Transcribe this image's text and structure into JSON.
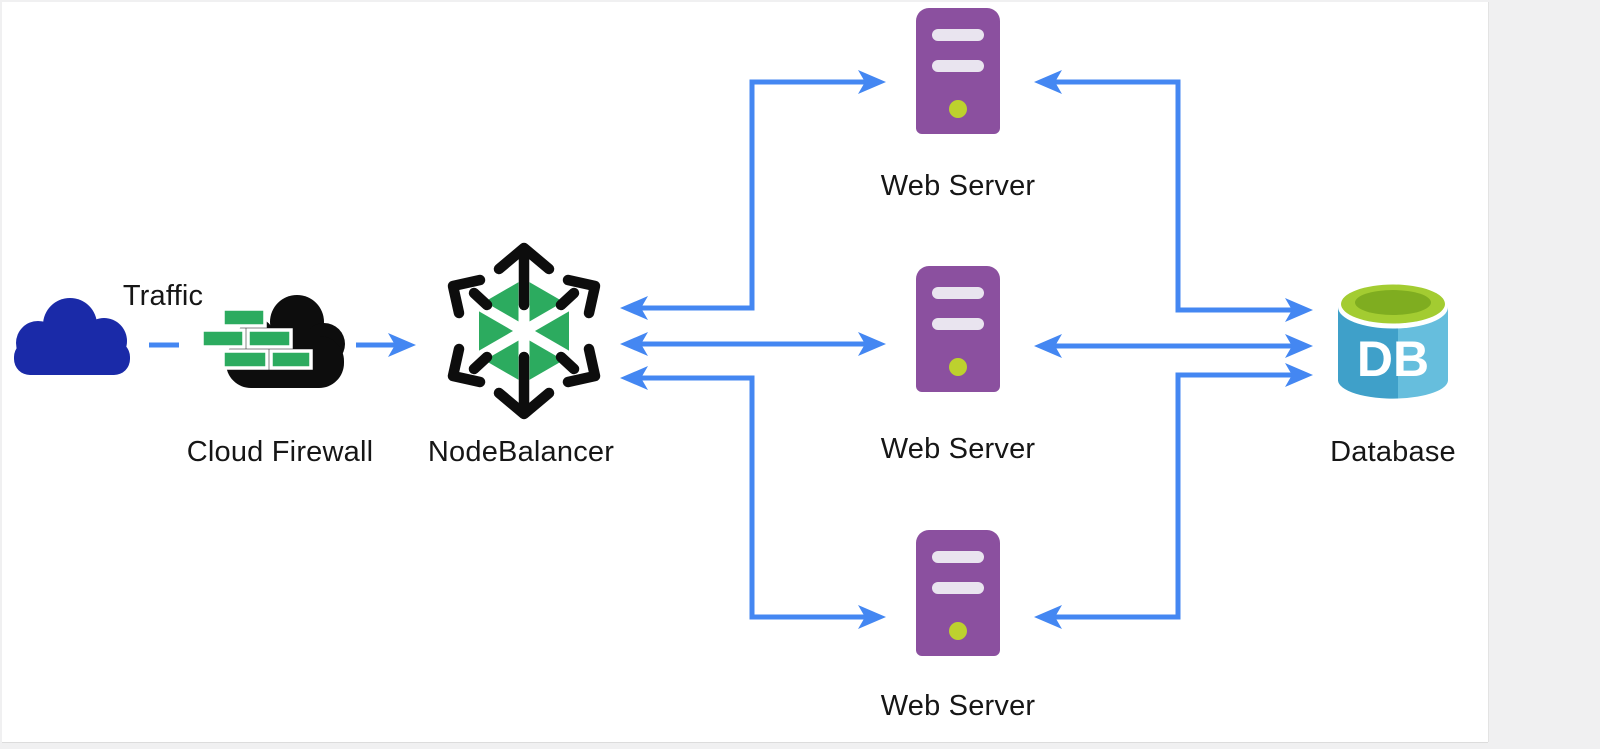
{
  "diagram": {
    "nodes": [
      {
        "id": "traffic",
        "label": "Traffic",
        "icon": "cloud-icon"
      },
      {
        "id": "cloud-firewall",
        "label": "Cloud Firewall",
        "icon": "firewall-brick-cloud-icon"
      },
      {
        "id": "nodebalancer",
        "label": "NodeBalancer",
        "icon": "nodebalancer-hexagon-icon"
      },
      {
        "id": "web-server-top",
        "label": "Web Server",
        "icon": "server-tower-icon"
      },
      {
        "id": "web-server-middle",
        "label": "Web Server",
        "icon": "server-tower-icon"
      },
      {
        "id": "web-server-bottom",
        "label": "Web Server",
        "icon": "server-tower-icon"
      },
      {
        "id": "database",
        "label": "Database",
        "icon": "database-cylinder-icon",
        "icon_text": "DB"
      }
    ],
    "edges": [
      {
        "from": "traffic",
        "to": "cloud-firewall",
        "style": "dashed",
        "arrows": "none"
      },
      {
        "from": "cloud-firewall",
        "to": "nodebalancer",
        "style": "solid",
        "arrows": "forward"
      },
      {
        "from": "nodebalancer",
        "to": "web-server-top",
        "style": "solid",
        "arrows": "both"
      },
      {
        "from": "nodebalancer",
        "to": "web-server-middle",
        "style": "solid",
        "arrows": "both"
      },
      {
        "from": "nodebalancer",
        "to": "web-server-bottom",
        "style": "solid",
        "arrows": "both"
      },
      {
        "from": "web-server-top",
        "to": "database",
        "style": "solid",
        "arrows": "both"
      },
      {
        "from": "web-server-middle",
        "to": "database",
        "style": "solid",
        "arrows": "both"
      },
      {
        "from": "web-server-bottom",
        "to": "database",
        "style": "solid",
        "arrows": "both"
      }
    ],
    "colors": {
      "connector_blue": "#4487f2",
      "traffic_cloud_navy": "#1a2aa8",
      "firewall_cloud_black": "#0d0d0d",
      "brick_green": "#2cab5f",
      "nodebalancer_green": "#2cab5f",
      "nodebalancer_arrow_black": "#0d0d0d",
      "server_purple": "#8b509f",
      "server_slot": "#e9e4ef",
      "server_led_green": "#bdd12e",
      "db_body_left_blue": "#3fa0c9",
      "db_body_right_blue": "#66bedd",
      "db_top_outer_green": "#a3cc31",
      "db_top_inner_green": "#7fad20",
      "label_text": "#161616",
      "canvas_white": "#ffffff",
      "page_gray": "#f0f0f1"
    }
  }
}
